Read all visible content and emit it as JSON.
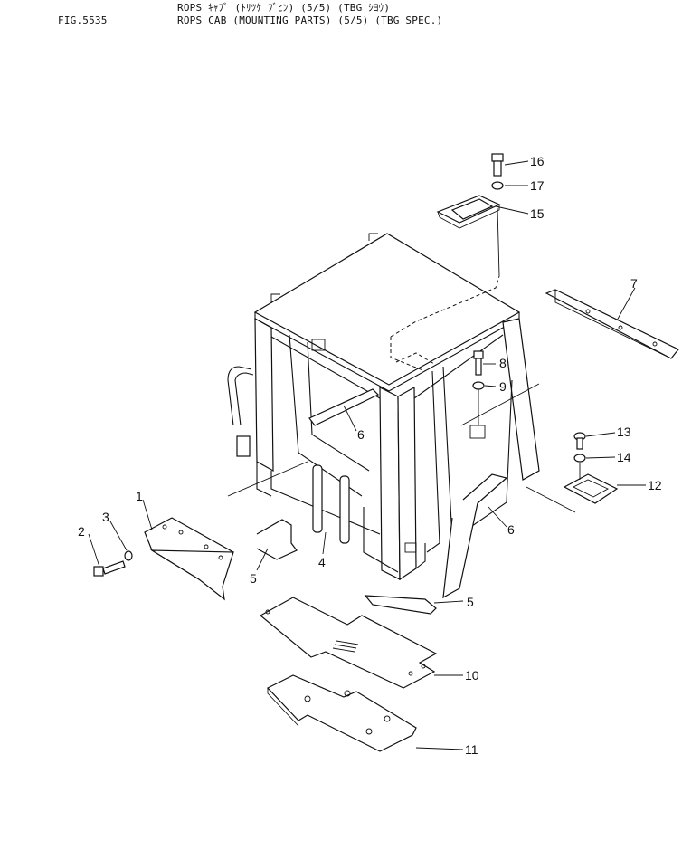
{
  "header": {
    "fig_label": "FIG.5535",
    "title_line1": "ROPS ｷｬﾌﾞ (ﾄﾘﾂｹ ﾌﾞﾋﾝ) (5/5) (TBG ｼﾖｳ)",
    "title_line2": "ROPS CAB (MOUNTING PARTS) (5/5) (TBG SPEC.)"
  },
  "callouts": {
    "c1": "1",
    "c2": "2",
    "c3": "3",
    "c4": "4",
    "c5a": "5",
    "c5b": "5",
    "c6a": "6",
    "c6b": "6",
    "c7": "7",
    "c8": "8",
    "c9": "9",
    "c10": "10",
    "c11": "11",
    "c12": "12",
    "c13": "13",
    "c14": "14",
    "c15": "15",
    "c16": "16",
    "c17": "17"
  }
}
